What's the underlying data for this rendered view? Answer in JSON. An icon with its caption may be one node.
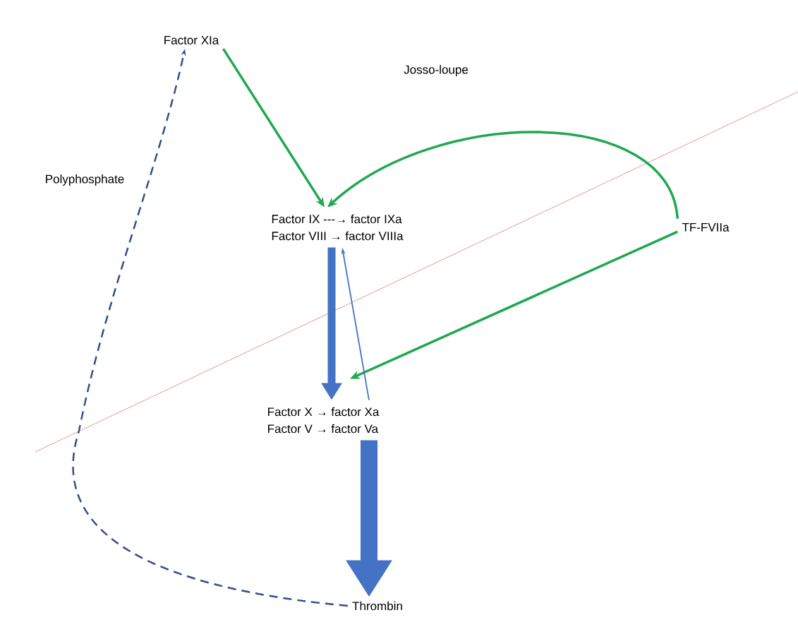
{
  "diagram": {
    "nodes": [
      {
        "text": [
          "Factor XIa"
        ]
      },
      {
        "text": [
          "Factor IX ---→ factor IXa",
          "Factor VIII → factor VIIIa"
        ]
      },
      {
        "text": [
          "TF-FVIIa"
        ]
      },
      {
        "text": [
          "Factor X → factor Xa",
          "Factor V → factor Va"
        ]
      },
      {
        "text": [
          "Thrombin"
        ]
      }
    ],
    "edges": [
      {
        "from": 0,
        "to": 1,
        "arrow": "to",
        "color": "#1fa84f"
      },
      {
        "from": 2,
        "to": 1,
        "arrow": "to",
        "color": "#1fa84f"
      },
      {
        "from": 2,
        "to": 3,
        "arrow": "to",
        "color": "#1fa84f"
      },
      {
        "from": 1,
        "to": 3,
        "arrow": "to",
        "style": "thick",
        "color": "#4472c4"
      },
      {
        "from": 3,
        "to": 1,
        "arrow": "to",
        "color": "#4472c4"
      },
      {
        "from": 3,
        "to": 4,
        "arrow": "to",
        "style": "thick",
        "color": "#4472c4"
      },
      {
        "from": 4,
        "to": 0,
        "arrow": "to",
        "style": "dashed",
        "color": "#2f4f8f"
      }
    ],
    "labels": [
      "Josso-loupe",
      "Polyphosphate"
    ]
  }
}
